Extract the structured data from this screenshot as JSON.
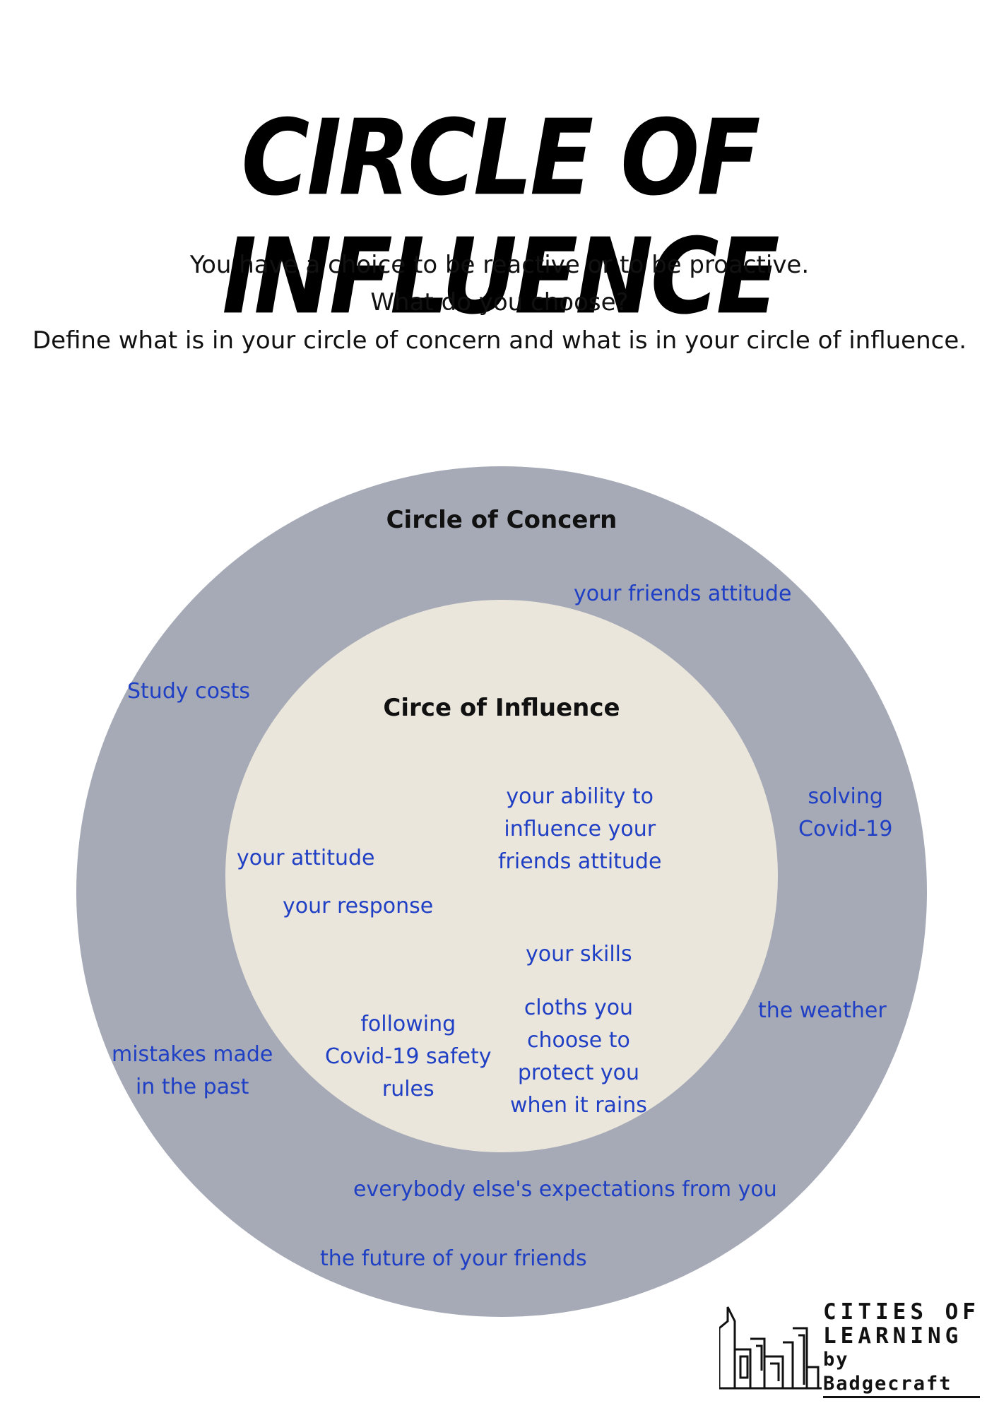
{
  "title": "CIRCLE OF INFLUENCE",
  "intro": [
    "You have a choice to be reactive or to be proactive.",
    "What do you choose?",
    "Define what is in your circle of concern and what is in your circle of influence."
  ],
  "outer_circle": {
    "heading": "Circle of Concern",
    "color": "#a5aab6",
    "items": [
      "your friends attitude",
      "Study costs",
      "solving\nCovid-19",
      "the weather",
      "mistakes made\nin the past",
      "everybody else's expectations from you",
      "the future of your friends"
    ]
  },
  "inner_circle": {
    "heading": "Circe of Influence",
    "color": "#ebe6dc",
    "items": [
      "your ability to\ninfluence your\nfriends attitude",
      "your attitude",
      "your response",
      "your skills",
      "cloths you\nchoose to\nprotect you\nwhen it rains",
      "following\nCovid-19 safety\nrules"
    ]
  },
  "label_color": "#1f3fc4",
  "logo": {
    "line1": "CITIES OF",
    "line2": "LEARNING",
    "line3": "by Badgecraft"
  }
}
